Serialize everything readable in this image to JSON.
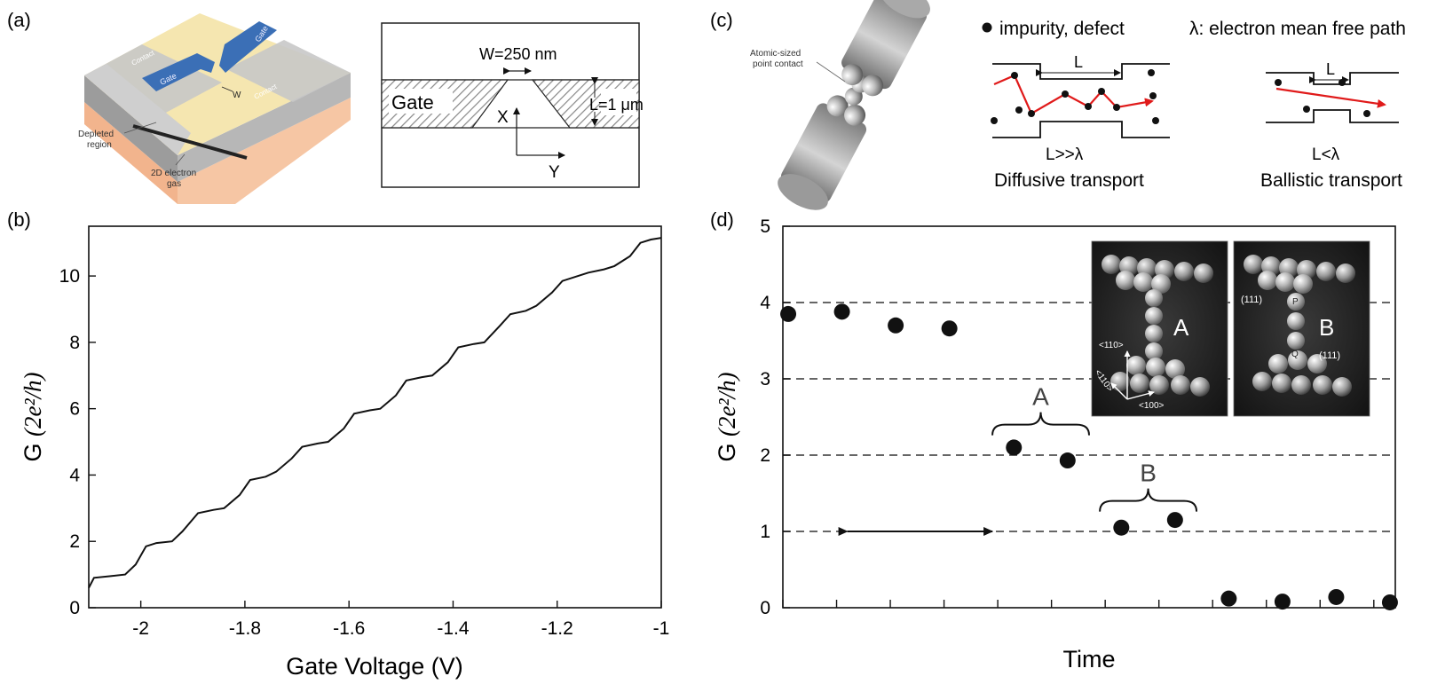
{
  "panels": {
    "a": {
      "label": "(a)",
      "device": {
        "contact_left": "Contact",
        "contact_right": "Contact",
        "gate_top": "Gate",
        "gate_bottom": "Gate",
        "w": "W",
        "depleted": "Depleted region",
        "depleted_line1": "Depleted",
        "depleted_line2": "region",
        "electron_gas": "2D electron gas",
        "electron_gas_line1": "2D electron",
        "electron_gas_line2": "gas"
      },
      "schematic": {
        "width_label": "W=250 nm",
        "length_label": "L=1 μm",
        "gate_label": "Gate",
        "x_axis": "X",
        "y_axis": "Y"
      }
    },
    "b": {
      "label": "(b)"
    },
    "c": {
      "label": "(c)",
      "contact_label": "Atomic-sized point contact",
      "contact_label_line1": "Atomic-sized",
      "contact_label_line2": "point contact",
      "legend_impurity": "impurity, defect",
      "legend_lambda": "λ: electron mean free path",
      "diffusive_length": "L",
      "diffusive_relation": "L>>λ",
      "diffusive_caption": "Diffusive transport",
      "ballistic_length": "L",
      "ballistic_relation": "L<λ",
      "ballistic_caption": "Ballistic transport"
    },
    "d": {
      "label": "(d)",
      "bracket_a": "A",
      "bracket_b": "B",
      "inset_a": {
        "letter": "A",
        "dir_110_vertical": "<110>",
        "dir_110_diag": "<110>",
        "dir_100": "<100>"
      },
      "inset_b": {
        "letter": "B",
        "facet_top": "(111)",
        "facet_bottom": "(111)",
        "atom_p": "P",
        "atom_q": "Q"
      }
    }
  },
  "chart_data": [
    {
      "type": "line",
      "panel": "b",
      "xlabel": "Gate Voltage (V)",
      "ylabel": "G (2e²/h)",
      "ylabel_prefix": "G",
      "ylabel_unit": "(2e²/h)",
      "xlim": [
        -2.1,
        -1.0
      ],
      "ylim": [
        0,
        11.5
      ],
      "xticks": [
        -2,
        -1.8,
        -1.6,
        -1.4,
        -1.2,
        -1
      ],
      "xtick_labels": [
        "-2",
        "-1.8",
        "-1.6",
        "-1.4",
        "-1.2",
        "-1"
      ],
      "yticks": [
        0,
        2,
        4,
        6,
        8,
        10
      ],
      "ytick_labels": [
        "0",
        "2",
        "4",
        "6",
        "8",
        "10"
      ],
      "grid": false,
      "series": [
        {
          "x": [
            -2.1,
            -2.09,
            -2.06,
            -2.03,
            -2.01,
            -1.99,
            -1.97,
            -1.94,
            -1.92,
            -1.89,
            -1.86,
            -1.84,
            -1.81,
            -1.79,
            -1.76,
            -1.74,
            -1.71,
            -1.69,
            -1.66,
            -1.64,
            -1.61,
            -1.59,
            -1.56,
            -1.54,
            -1.51,
            -1.49,
            -1.46,
            -1.44,
            -1.41,
            -1.39,
            -1.36,
            -1.34,
            -1.31,
            -1.29,
            -1.26,
            -1.24,
            -1.21,
            -1.19,
            -1.16,
            -1.14,
            -1.11,
            -1.09,
            -1.06,
            -1.04,
            -1.02,
            -1.0
          ],
          "y": [
            0.6,
            0.9,
            0.95,
            1.0,
            1.3,
            1.85,
            1.95,
            2.0,
            2.3,
            2.85,
            2.95,
            3.0,
            3.4,
            3.85,
            3.95,
            4.1,
            4.5,
            4.85,
            4.95,
            5.0,
            5.4,
            5.85,
            5.95,
            6.0,
            6.4,
            6.85,
            6.95,
            7.0,
            7.4,
            7.85,
            7.95,
            8.0,
            8.5,
            8.85,
            8.95,
            9.1,
            9.5,
            9.85,
            10.0,
            10.1,
            10.2,
            10.3,
            10.6,
            11.0,
            11.1,
            11.15
          ]
        }
      ]
    },
    {
      "type": "scatter",
      "panel": "d",
      "xlabel": "Time",
      "ylabel": "G (2e²/h)",
      "ylabel_prefix": "G",
      "ylabel_unit": "(2e²/h)",
      "xlim": [
        0,
        11.4
      ],
      "ylim": [
        0,
        5
      ],
      "xticks": [
        0,
        1,
        2,
        3,
        4,
        5,
        6,
        7,
        8,
        9,
        10,
        11
      ],
      "yticks": [
        0,
        1,
        2,
        3,
        4,
        5
      ],
      "ytick_labels": [
        "0",
        "1",
        "2",
        "3",
        "4",
        "5"
      ],
      "dashed_levels": [
        1,
        2,
        3,
        4
      ],
      "series": [
        {
          "x": [
            0.1,
            1.1,
            2.1,
            3.1,
            4.3,
            5.3,
            6.3,
            7.3,
            8.3,
            9.3,
            10.3,
            11.3
          ],
          "y": [
            3.85,
            3.88,
            3.7,
            3.66,
            2.1,
            1.93,
            1.05,
            1.15,
            0.12,
            0.08,
            0.14,
            0.07
          ]
        }
      ],
      "annotations": [
        {
          "type": "double-arrow",
          "y": 1.0,
          "x_from": 1.1,
          "x_to": 4.0
        },
        {
          "type": "brace",
          "label": "A",
          "x_from": 3.9,
          "x_to": 5.7,
          "y": 2.4
        },
        {
          "type": "brace",
          "label": "B",
          "x_from": 5.9,
          "x_to": 7.7,
          "y": 1.4
        }
      ]
    }
  ]
}
